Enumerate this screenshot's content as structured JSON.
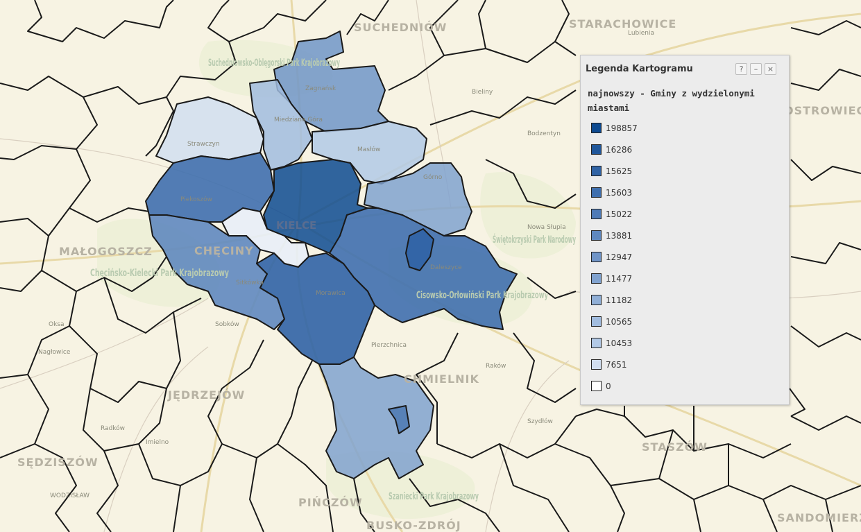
{
  "legend": {
    "title": "Legenda Kartogramu",
    "help_label": "?",
    "minimize_label": "–",
    "close_label": "×",
    "subtitle": "najnowszy - Gminy z wydzielonymi miastami",
    "classes": [
      {
        "label": "198857",
        "color": "#0d4a91"
      },
      {
        "label": "16286",
        "color": "#20579b"
      },
      {
        "label": "15625",
        "color": "#3063a5"
      },
      {
        "label": "15603",
        "color": "#3f6fae"
      },
      {
        "label": "15022",
        "color": "#4f7bb7"
      },
      {
        "label": "13881",
        "color": "#5f88bf"
      },
      {
        "label": "12947",
        "color": "#7095c8"
      },
      {
        "label": "11477",
        "color": "#80a2cf"
      },
      {
        "label": "11182",
        "color": "#90afd7"
      },
      {
        "label": "10565",
        "color": "#a1bcdf"
      },
      {
        "label": "10453",
        "color": "#b2c9e6"
      },
      {
        "label": "7651",
        "color": "#d1def0"
      },
      {
        "label": "0",
        "color": "#ffffff"
      }
    ]
  },
  "map": {
    "places": {
      "kielce": "KIELCE",
      "chmielnik": "CHMIELNIK",
      "jedrzejow": "JĘDRZEJÓW",
      "starachowice": "STARACHOWICE",
      "staszow": "STASZÓW",
      "suchedniow": "SUCHEDNIÓW",
      "pinczow": "PIŃCZÓW",
      "busko": "BUSKO-ZDRÓJ",
      "ostrowiec": "OSTROWIEC ŚWIĘTOKRZYSKI",
      "checiny": "CHĘCINY",
      "malogoszcz": "MAŁOGOSZCZ",
      "sedziszow": "SĘDZISZÓW",
      "sandomierz": "SANDOMIERZ",
      "wlodzislaw": "WODZISŁAW",
      "lubienia": "Lubienia",
      "miedziana": "Miedziana Góra",
      "masłow": "Masłów",
      "gorno": "Górno",
      "daleszyce": "Daleszyce",
      "sitkowka": "Sitkówka",
      "morawica": "Morawica",
      "piekoszow": "Piekoszów",
      "strawczyn": "Strawczyn",
      "zagnansk": "Zagnańsk",
      "bodzentyn": "Bodzentyn",
      "pierzchnica": "Pierzchnica",
      "raków": "Raków",
      "szydlow": "Szydłów",
      "sobkow": "Sobków",
      "imielno": "Imielno",
      "nagłowice": "Nagłowice",
      "oksa": "Oksa",
      "radkow": "Radków",
      "bieliny": "Bieliny",
      "nowa_slupia": "Nowa Słupia"
    },
    "parks": {
      "checinsko": "Chęcińsko-Kielecki Park Krajobrazowy",
      "cisowsko": "Cisowsko-Orłowiński Park Krajobrazowy",
      "swietokrzyski": "Świętokrzyski Park Narodowy",
      "szaniecki": "Szaniecki Park Krajobrazowy",
      "suchedniowsko": "Suchedniowsko-Oblęgorski Park Krajobrazowy"
    }
  }
}
